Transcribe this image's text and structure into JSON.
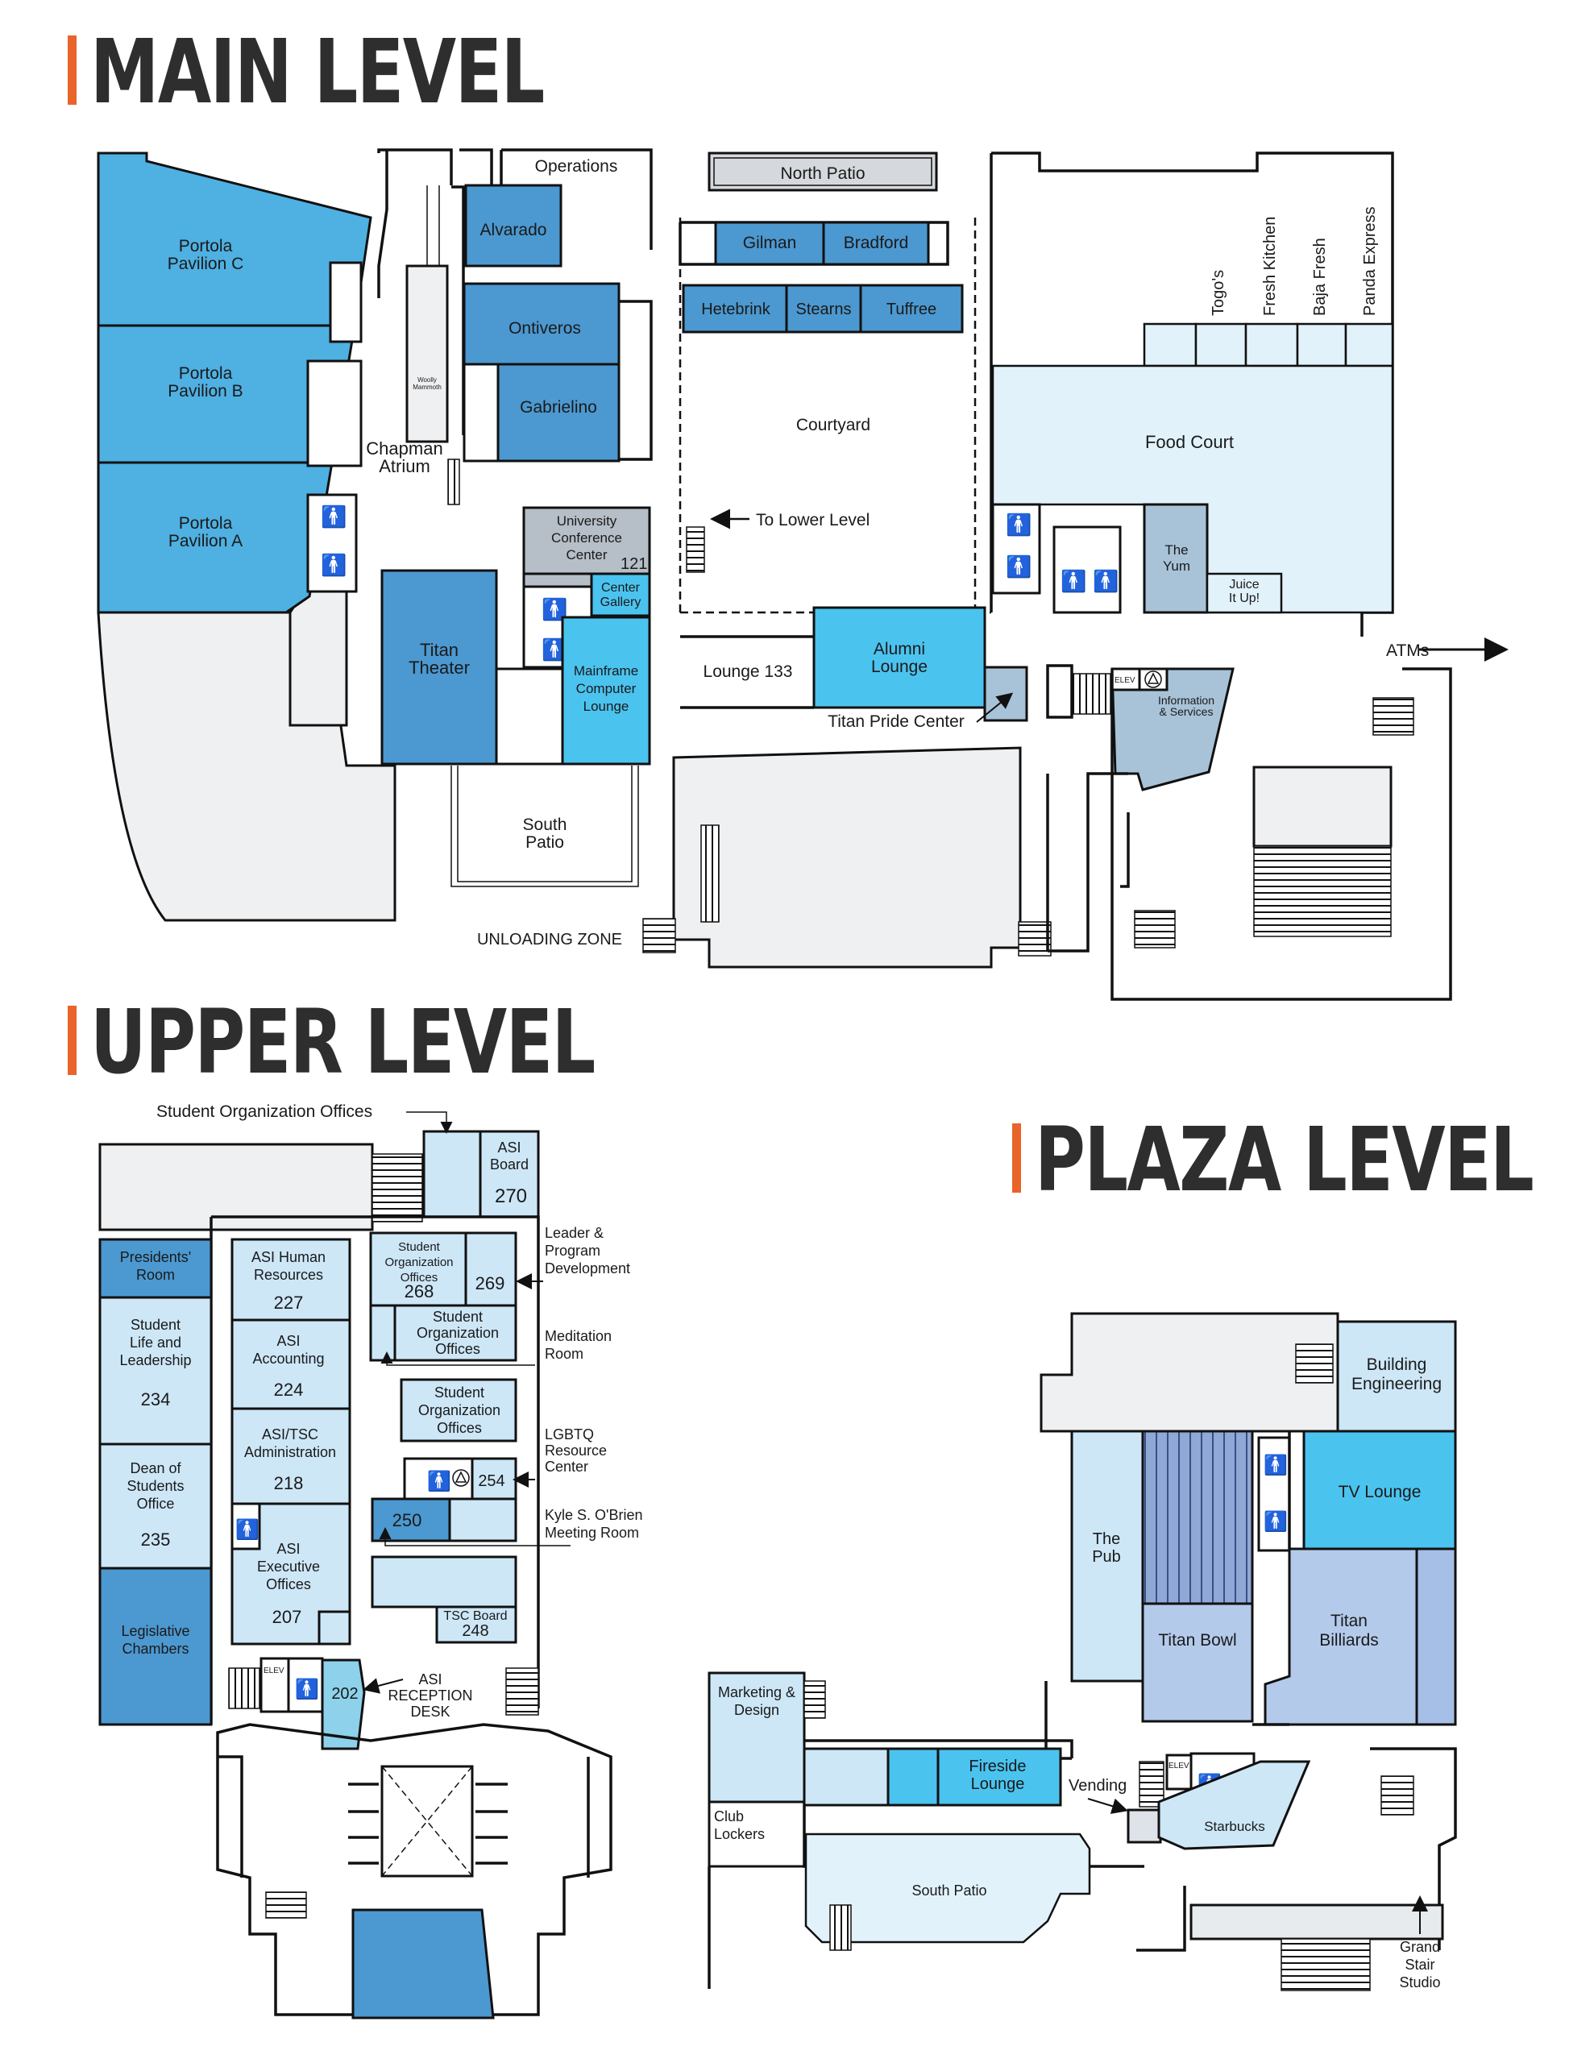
{
  "levels": {
    "main": "MAIN LEVEL",
    "upper": "UPPER LEVEL",
    "plaza": "PLAZA LEVEL"
  },
  "main_rooms": {
    "portola_c": [
      "Portola",
      "Pavilion C"
    ],
    "portola_b": [
      "Portola",
      "Pavilion B"
    ],
    "portola_a": [
      "Portola",
      "Pavilion  A"
    ],
    "operations": "Operations",
    "alvarado": "Alvarado",
    "ontiveros": "Ontiveros",
    "gabrielino": "Gabrielino",
    "woolly": [
      "Woolly",
      "Mammoth"
    ],
    "chapman": [
      "Chapman",
      "Atrium"
    ],
    "north_patio": "North Patio",
    "gilman": "Gilman",
    "bradford": "Bradford",
    "hetebrink": "Hetebrink",
    "stearns": "Stearns",
    "tuffree": "Tuffree",
    "courtyard": "Courtyard",
    "to_lower": "To Lower Level",
    "ucc": [
      "University",
      "Conference",
      "Center"
    ],
    "ucc_num": "121",
    "center_gallery": [
      "Center",
      "Gallery"
    ],
    "titan_theater": [
      "Titan",
      "Theater"
    ],
    "mainframe": [
      "Mainframe",
      "Computer",
      "Lounge"
    ],
    "lounge133": "Lounge 133",
    "alumni": [
      "Alumni",
      "Lounge"
    ],
    "titan_pride": "Titan Pride Center",
    "south_patio": [
      "South",
      "Patio"
    ],
    "unloading": "UNLOADING ZONE",
    "togos": "Togo's",
    "fresh_kitchen": "Fresh Kitchen",
    "baja_fresh": "Baja Fresh",
    "panda": "Panda Express",
    "food_court": "Food Court",
    "the_yum": [
      "The",
      "Yum"
    ],
    "juice": [
      "Juice",
      "It Up!"
    ],
    "atms": "ATMs",
    "elev": "ELEV",
    "info": [
      "Information",
      "& Services"
    ]
  },
  "upper_rooms": {
    "sorg_top": "Student Organization Offices",
    "asi_board": [
      "ASI",
      "Board"
    ],
    "asi_board_num": "270",
    "presidents": [
      "Presidents'",
      "Room"
    ],
    "student_life": [
      "Student",
      "Life and",
      "Leadership"
    ],
    "student_life_num": "234",
    "dean": [
      "Dean of",
      "Students",
      "Office"
    ],
    "dean_num": "235",
    "legislative": [
      "Legislative",
      "Chambers"
    ],
    "asi_hr": [
      "ASI Human",
      "Resources"
    ],
    "asi_hr_num": "227",
    "asi_acct": [
      "ASI",
      "Accounting"
    ],
    "asi_acct_num": "224",
    "asi_tsc": [
      "ASI/TSC",
      "Administration"
    ],
    "asi_tsc_num": "218",
    "asi_exec": [
      "ASI",
      "Executive",
      "Offices"
    ],
    "asi_exec_num": "207",
    "sorg268": [
      "Student",
      "Organization",
      "Offices"
    ],
    "sorg268_num": "268",
    "num269": "269",
    "sorg2": [
      "Student",
      "Organization",
      "Offices"
    ],
    "sorg3": [
      "Student",
      "Organization",
      "Offices"
    ],
    "num254": "254",
    "num250": "250",
    "tsc_board": "TSC Board",
    "tsc_board_num": "248",
    "num202": "202",
    "elev": "ELEV",
    "leader": [
      "Leader &",
      "Program",
      "Development"
    ],
    "meditation": [
      "Meditation",
      "Room"
    ],
    "lgbtq": [
      "LGBTQ",
      "Resource",
      "Center"
    ],
    "kyle": [
      "Kyle S. O'Brien",
      "Meeting Room"
    ],
    "reception": [
      "ASI",
      "RECEPTION",
      "DESK"
    ]
  },
  "plaza_rooms": {
    "building_eng": [
      "Building",
      "Engineering"
    ],
    "tv_lounge": "TV Lounge",
    "the_pub": [
      "The",
      "Pub"
    ],
    "titan_bowl": "Titan Bowl",
    "titan_billiards": [
      "Titan",
      "Billiards"
    ],
    "marketing": [
      "Marketing &",
      "Design"
    ],
    "club_lockers": [
      "Club",
      "Lockers"
    ],
    "fireside": [
      "Fireside",
      "Lounge"
    ],
    "vending": "Vending",
    "elev": "ELEV",
    "starbucks": "Starbucks",
    "south_patio": "South Patio",
    "grand_stair": [
      "Grand",
      "Stair",
      "Studio"
    ]
  },
  "colors": {
    "accent": "#e8642a",
    "dark_blue": "#4c98d0",
    "mid_blue": "#4fb0e2",
    "cyan": "#4bc3ef",
    "light_blue": "#cde7f7",
    "gray": "#eff0f2"
  }
}
